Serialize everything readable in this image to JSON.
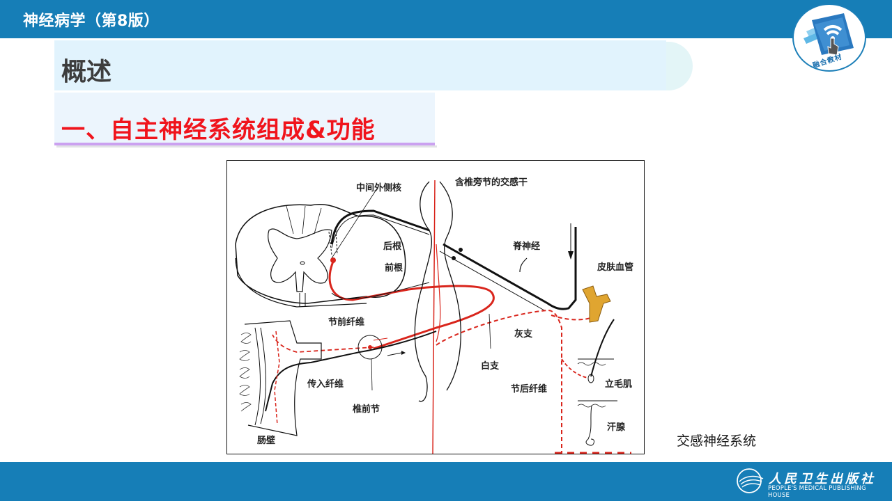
{
  "header": {
    "book_title": "神经病学（第8版）",
    "logo_badge": {
      "label": "融合教材",
      "icon": "wifi-touch-icon"
    }
  },
  "section": {
    "title": "概述"
  },
  "subsection": {
    "title": "一、自主神经系统组成&功能"
  },
  "figure": {
    "labels": {
      "intermediolateral_nucleus": "中间外侧核",
      "sympathetic_trunk": "含椎旁节的交感干",
      "posterior_root": "后根",
      "anterior_root": "前根",
      "spinal_nerve": "脊神经",
      "skin_vessel": "皮肤血管",
      "preganglionic_fiber": "节前纤维",
      "gray_ramus": "灰支",
      "white_ramus": "白支",
      "afferent_fiber": "传入纤维",
      "prevertebral_ganglion": "椎前节",
      "postganglionic_fiber": "节后纤维",
      "arrector_pili": "立毛肌",
      "sweat_gland": "汗腺",
      "intestinal_wall": "肠壁"
    },
    "caption": "交感神经系统",
    "colors": {
      "efferent": "#d9251c",
      "afferent": "#111111",
      "vessel": "#e0a530"
    }
  },
  "footer": {
    "publisher_cn": "人民卫生出版社",
    "publisher_en": "PEOPLE'S MEDICAL PUBLISHING HOUSE"
  },
  "theme": {
    "bar_color": "#167eb7",
    "section_band": "#e1f3fd",
    "subsection_title_color": "#f0141c",
    "underline_color": "#cba1f0"
  }
}
